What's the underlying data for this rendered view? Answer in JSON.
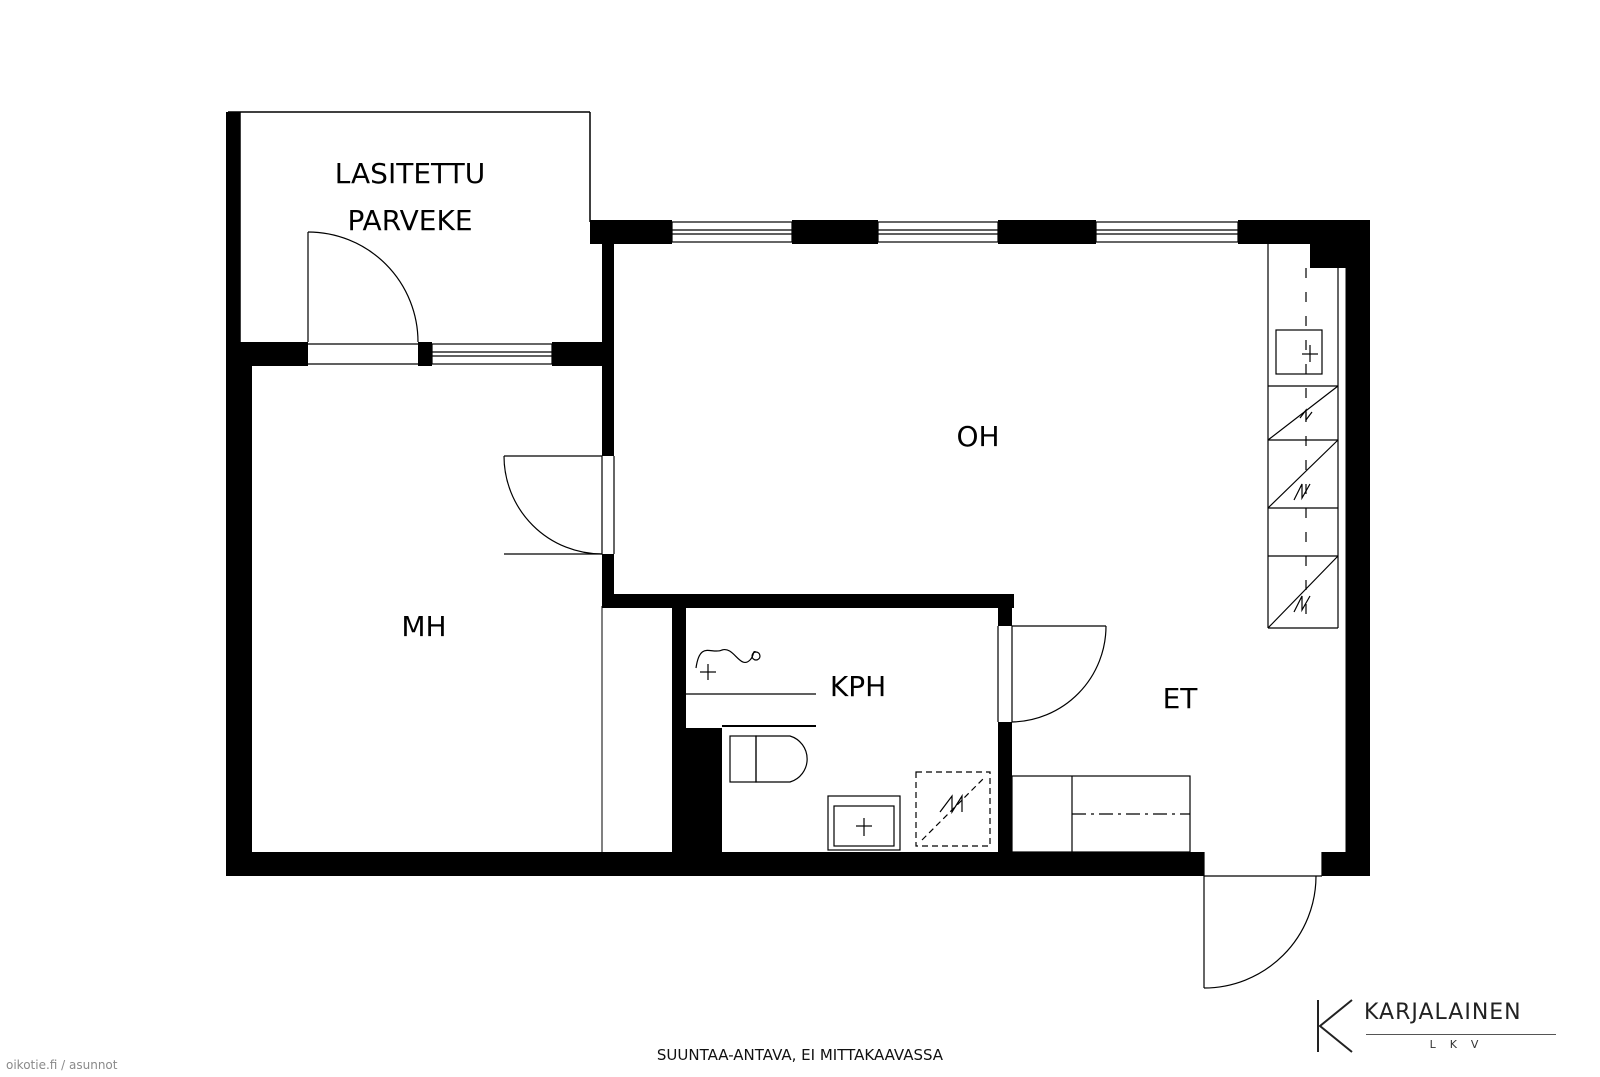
{
  "rooms": {
    "balcony_line1": "LASITETTU",
    "balcony_line2": "PARVEKE",
    "living": "OH",
    "bedroom": "MH",
    "bathroom": "KPH",
    "hallway": "ET"
  },
  "footer": {
    "note": "SUUNTAA-ANTAVA, EI MITTAKAAVASSA",
    "watermark": "oikotie.fi / asunnot"
  },
  "logo": {
    "name": "KARJALAINEN",
    "sub": "LKV"
  },
  "colors": {
    "wall": "#000000",
    "line": "#000000",
    "background": "#ffffff"
  }
}
